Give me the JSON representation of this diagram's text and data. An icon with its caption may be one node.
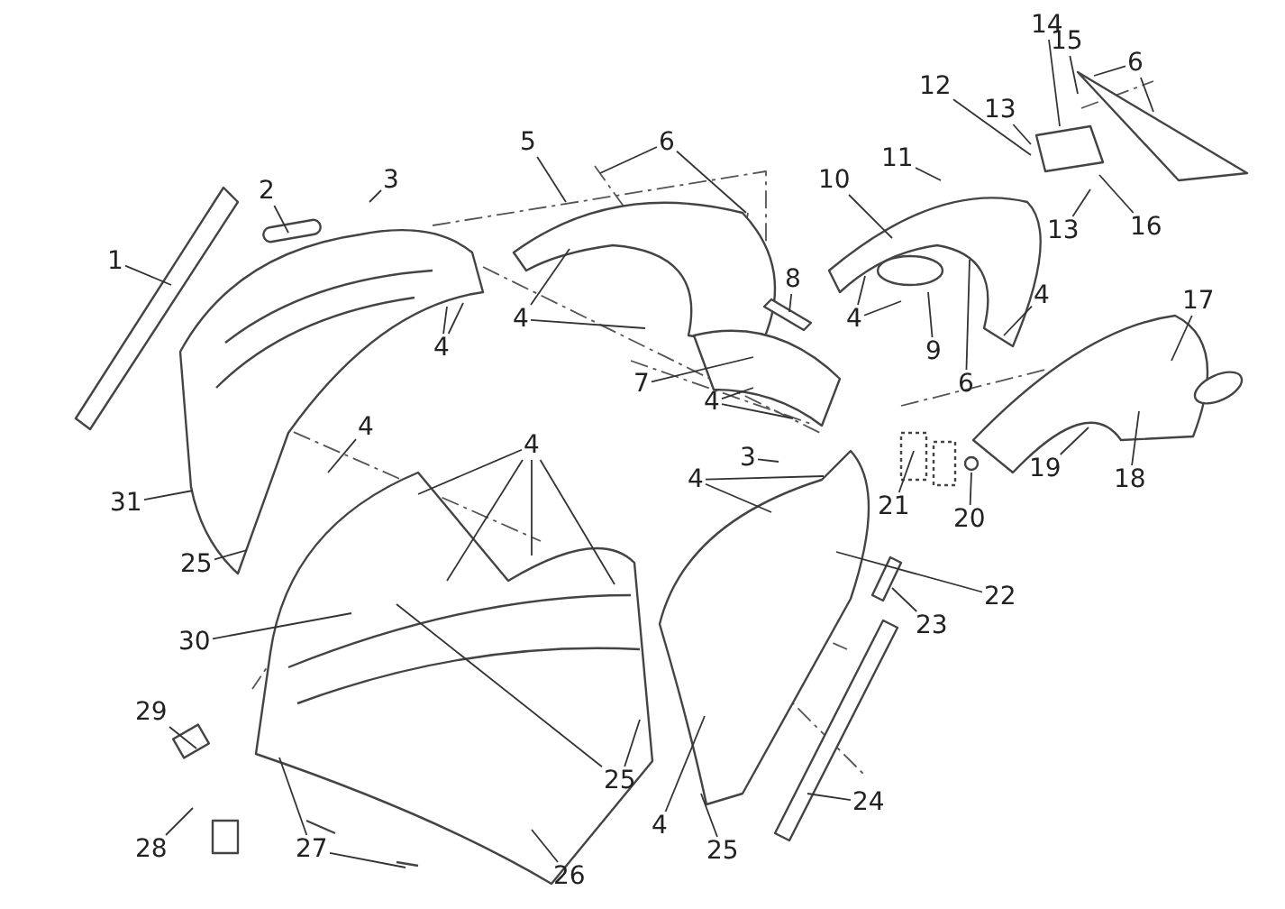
{
  "diagram": {
    "nodes": [
      {
        "text": [
          "14"
        ]
      },
      {
        "text": [
          "15"
        ]
      },
      {
        "text": [
          "6"
        ]
      },
      {
        "text": [
          "12"
        ]
      },
      {
        "text": [
          "13"
        ]
      },
      {
        "text": [
          "5"
        ]
      },
      {
        "text": [
          "6"
        ]
      },
      {
        "text": [
          "11"
        ]
      },
      {
        "text": [
          "3"
        ]
      },
      {
        "text": [
          "10"
        ]
      },
      {
        "text": [
          "2"
        ]
      },
      {
        "text": [
          "13"
        ]
      },
      {
        "text": [
          "16"
        ]
      },
      {
        "text": [
          "1"
        ]
      },
      {
        "text": [
          "8"
        ]
      },
      {
        "text": [
          "4"
        ]
      },
      {
        "text": [
          "17"
        ]
      },
      {
        "text": [
          "4"
        ]
      },
      {
        "text": [
          "4"
        ]
      },
      {
        "text": [
          "4"
        ]
      },
      {
        "text": [
          "9"
        ]
      },
      {
        "text": [
          "6"
        ]
      },
      {
        "text": [
          "7"
        ]
      },
      {
        "text": [
          "4"
        ]
      },
      {
        "text": [
          "4"
        ]
      },
      {
        "text": [
          "4"
        ]
      },
      {
        "text": [
          "3"
        ]
      },
      {
        "text": [
          "4"
        ]
      },
      {
        "text": [
          "19"
        ]
      },
      {
        "text": [
          "18"
        ]
      },
      {
        "text": [
          "31"
        ]
      },
      {
        "text": [
          "21"
        ]
      },
      {
        "text": [
          "20"
        ]
      },
      {
        "text": [
          "25"
        ]
      },
      {
        "text": [
          "22"
        ]
      },
      {
        "text": [
          "23"
        ]
      },
      {
        "text": [
          "30"
        ]
      },
      {
        "text": [
          "29"
        ]
      },
      {
        "text": [
          "25"
        ]
      },
      {
        "text": [
          "24"
        ]
      },
      {
        "text": [
          "4"
        ]
      },
      {
        "text": [
          "28"
        ]
      },
      {
        "text": [
          "27"
        ]
      },
      {
        "text": [
          "25"
        ]
      },
      {
        "text": [
          "26"
        ]
      }
    ],
    "edges": [
      {
        "from": 0,
        "to": null,
        "arrow": "none"
      },
      {
        "from": 1,
        "to": null,
        "arrow": "none"
      },
      {
        "from": 2,
        "to": null,
        "arrow": "none"
      },
      {
        "from": 2,
        "to": null,
        "arrow": "none"
      },
      {
        "from": 3,
        "to": null,
        "arrow": "none"
      },
      {
        "from": 4,
        "to": null,
        "arrow": "none"
      },
      {
        "from": 5,
        "to": null,
        "arrow": "none"
      },
      {
        "from": 6,
        "to": null,
        "arrow": "none"
      },
      {
        "from": 6,
        "to": null,
        "arrow": "none"
      },
      {
        "from": 7,
        "to": null,
        "arrow": "none"
      },
      {
        "from": 8,
        "to": null,
        "arrow": "none"
      },
      {
        "from": 9,
        "to": null,
        "arrow": "none"
      },
      {
        "from": 10,
        "to": null,
        "arrow": "none"
      },
      {
        "from": 11,
        "to": null,
        "arrow": "none"
      },
      {
        "from": 12,
        "to": null,
        "arrow": "none"
      },
      {
        "from": 13,
        "to": null,
        "arrow": "none"
      },
      {
        "from": 14,
        "to": null,
        "arrow": "none"
      },
      {
        "from": 15,
        "to": null,
        "arrow": "none"
      },
      {
        "from": 16,
        "to": null,
        "arrow": "none"
      },
      {
        "from": 17,
        "to": null,
        "arrow": "none"
      },
      {
        "from": 17,
        "to": null,
        "arrow": "none"
      },
      {
        "from": 18,
        "to": null,
        "arrow": "none"
      },
      {
        "from": 18,
        "to": null,
        "arrow": "none"
      },
      {
        "from": 19,
        "to": null,
        "arrow": "none"
      },
      {
        "from": 19,
        "to": null,
        "arrow": "none"
      },
      {
        "from": 20,
        "to": null,
        "arrow": "none"
      },
      {
        "from": 21,
        "to": null,
        "arrow": "none"
      },
      {
        "from": 22,
        "to": null,
        "arrow": "none"
      },
      {
        "from": 23,
        "to": null,
        "arrow": "none"
      },
      {
        "from": 23,
        "to": null,
        "arrow": "none"
      },
      {
        "from": 24,
        "to": null,
        "arrow": "none"
      },
      {
        "from": 25,
        "to": null,
        "arrow": "none"
      },
      {
        "from": 25,
        "to": null,
        "arrow": "none"
      },
      {
        "from": 25,
        "to": null,
        "arrow": "none"
      },
      {
        "from": 25,
        "to": null,
        "arrow": "none"
      },
      {
        "from": 26,
        "to": null,
        "arrow": "none"
      },
      {
        "from": 27,
        "to": null,
        "arrow": "none"
      },
      {
        "from": 27,
        "to": null,
        "arrow": "none"
      },
      {
        "from": 28,
        "to": null,
        "arrow": "none"
      },
      {
        "from": 29,
        "to": null,
        "arrow": "none"
      },
      {
        "from": 30,
        "to": null,
        "arrow": "none"
      },
      {
        "from": 31,
        "to": null,
        "arrow": "none"
      },
      {
        "from": 32,
        "to": null,
        "arrow": "none"
      },
      {
        "from": 33,
        "to": null,
        "arrow": "none"
      },
      {
        "from": 34,
        "to": null,
        "arrow": "none"
      },
      {
        "from": 35,
        "to": null,
        "arrow": "none"
      },
      {
        "from": 36,
        "to": null,
        "arrow": "none"
      },
      {
        "from": 37,
        "to": null,
        "arrow": "none"
      },
      {
        "from": 38,
        "to": null,
        "arrow": "none"
      },
      {
        "from": 38,
        "to": null,
        "arrow": "none"
      },
      {
        "from": 39,
        "to": null,
        "arrow": "none"
      },
      {
        "from": 40,
        "to": null,
        "arrow": "none"
      },
      {
        "from": 41,
        "to": null,
        "arrow": "none"
      },
      {
        "from": 42,
        "to": null,
        "arrow": "none"
      },
      {
        "from": 42,
        "to": null,
        "arrow": "none"
      },
      {
        "from": 43,
        "to": null,
        "arrow": "none"
      },
      {
        "from": 44,
        "to": null,
        "arrow": "none"
      }
    ]
  }
}
